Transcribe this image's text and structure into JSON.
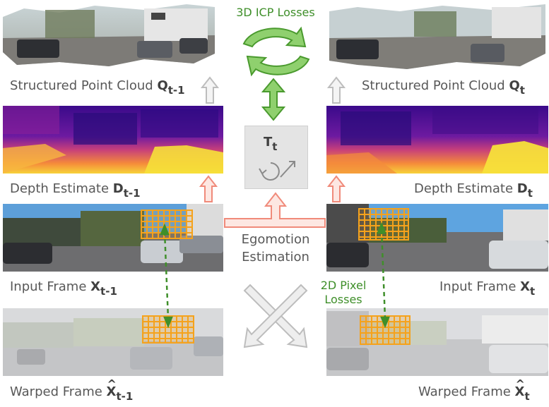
{
  "top": {
    "icp_losses": "3D ICP Losses",
    "left_pointcloud_label": "Structured Point Cloud",
    "left_pointcloud_var": "Q",
    "left_pointcloud_sub": "t-1",
    "right_pointcloud_label": "Structured Point Cloud",
    "right_pointcloud_var": "Q",
    "right_pointcloud_sub": "t"
  },
  "depth": {
    "left_label": "Depth Estimate",
    "left_var": "D",
    "left_sub": "t-1",
    "right_label": "Depth Estimate",
    "right_var": "D",
    "right_sub": "t"
  },
  "transform": {
    "var": "T",
    "sub": "t"
  },
  "egomotion": {
    "line1": "Egomotion",
    "line2": "Estimation"
  },
  "input": {
    "left_label": "Input Frame",
    "left_var": "X",
    "left_sub": "t-1",
    "right_label": "Input Frame",
    "right_var": "X",
    "right_sub": "t"
  },
  "pixel_losses": {
    "line1": "2D Pixel",
    "line2": "Losses"
  },
  "warped": {
    "left_label": "Warped Frame",
    "left_var": "X",
    "left_sub": "t-1",
    "right_label": "Warped Frame",
    "right_var": "X",
    "right_sub": "t"
  },
  "colors": {
    "green": "#4a9a2e",
    "orange": "#f5a21c",
    "pink_arrow": "#f08a7a",
    "gray_arrow": "#c8c8c8"
  }
}
